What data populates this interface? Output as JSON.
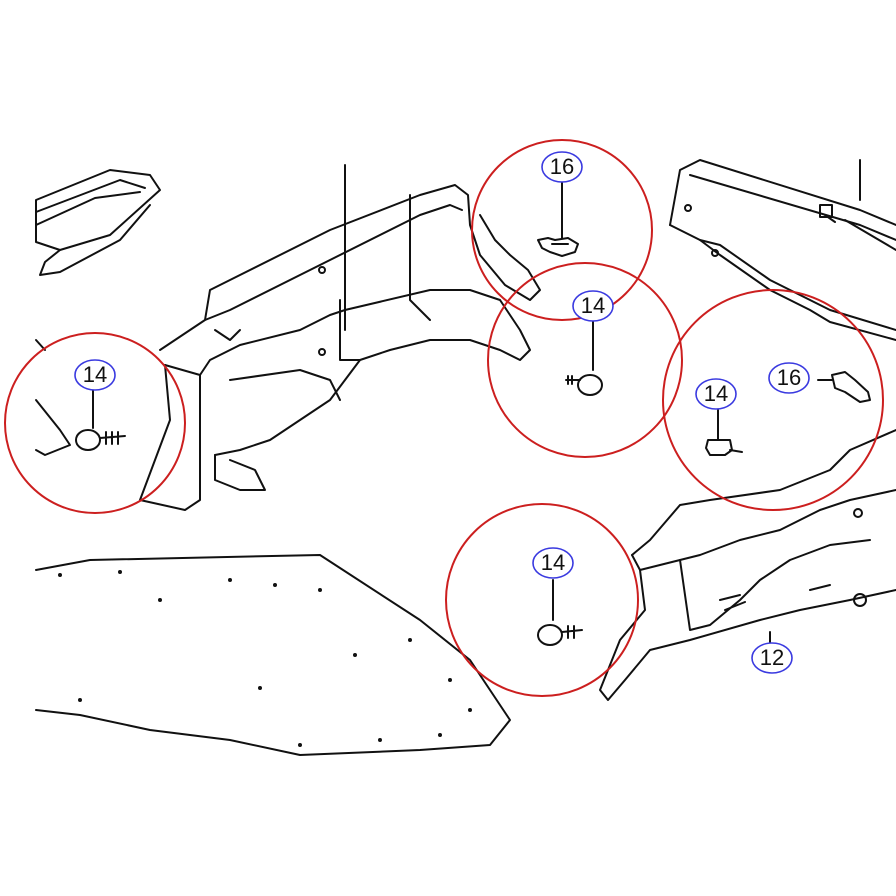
{
  "diagram": {
    "callouts": [
      {
        "id": "c1",
        "label": "14"
      },
      {
        "id": "c2",
        "label": "16"
      },
      {
        "id": "c3",
        "label": "14"
      },
      {
        "id": "c4",
        "label": "14"
      },
      {
        "id": "c5",
        "label": "16"
      },
      {
        "id": "c6",
        "label": "14"
      },
      {
        "id": "c7",
        "label": "12"
      }
    ],
    "colors": {
      "highlight_ring": "#cc1f1f",
      "callout_ring": "#3a3ae0",
      "line": "#111111"
    }
  }
}
